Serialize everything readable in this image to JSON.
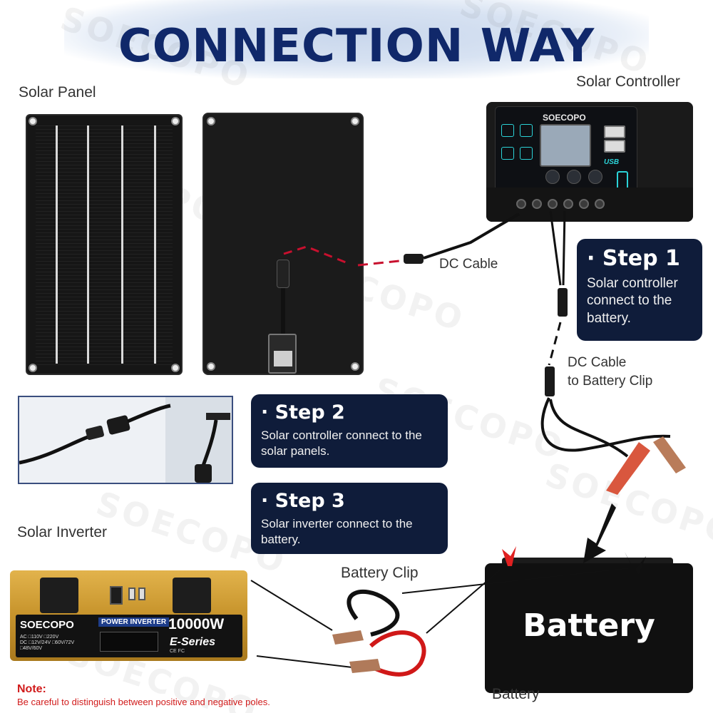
{
  "title": "CONNECTION WAY",
  "brand_watermark": "SOECOPO",
  "labels": {
    "solar_panel": "Solar Panel",
    "solar_controller": "Solar Controller",
    "dc_cable": "DC Cable",
    "dc_cable_battery": "DC Cable",
    "dc_cable_battery_2": "to Battery Clip",
    "solar_inverter": "Solar Inverter",
    "battery_clip": "Battery Clip",
    "battery": "Battery"
  },
  "steps": [
    {
      "head": "· Step 1",
      "lines": [
        "Solar controller",
        "connect to the",
        "battery."
      ]
    },
    {
      "head": "· Step 2",
      "lines": [
        "Solar controller connect to the",
        "solar panels."
      ]
    },
    {
      "head": "· Step 3",
      "lines": [
        "Solar inverter connect to the",
        "battery."
      ]
    }
  ],
  "controller": {
    "brand": "SOECOPO",
    "usb": "USB"
  },
  "inverter": {
    "brand": "SOECOPO",
    "tag": "POWER INVERTER",
    "power": "10000W",
    "series": "E-Series",
    "spec_ac": "AC □110V  □220V",
    "spec_dc1": "DC □12V/24V □60V/72V",
    "spec_dc2": "□48V/60V",
    "cert": "CE FC"
  },
  "battery_text": "Battery",
  "note": {
    "title": "Note:",
    "text": "Be careful to distinguish between positive and negative poles."
  },
  "colors": {
    "title": "#10286a",
    "step_bg": "#0f1c3a",
    "note": "#d11b1b",
    "accent_cyan": "#2bd3d8",
    "gold": "#c9962e"
  }
}
